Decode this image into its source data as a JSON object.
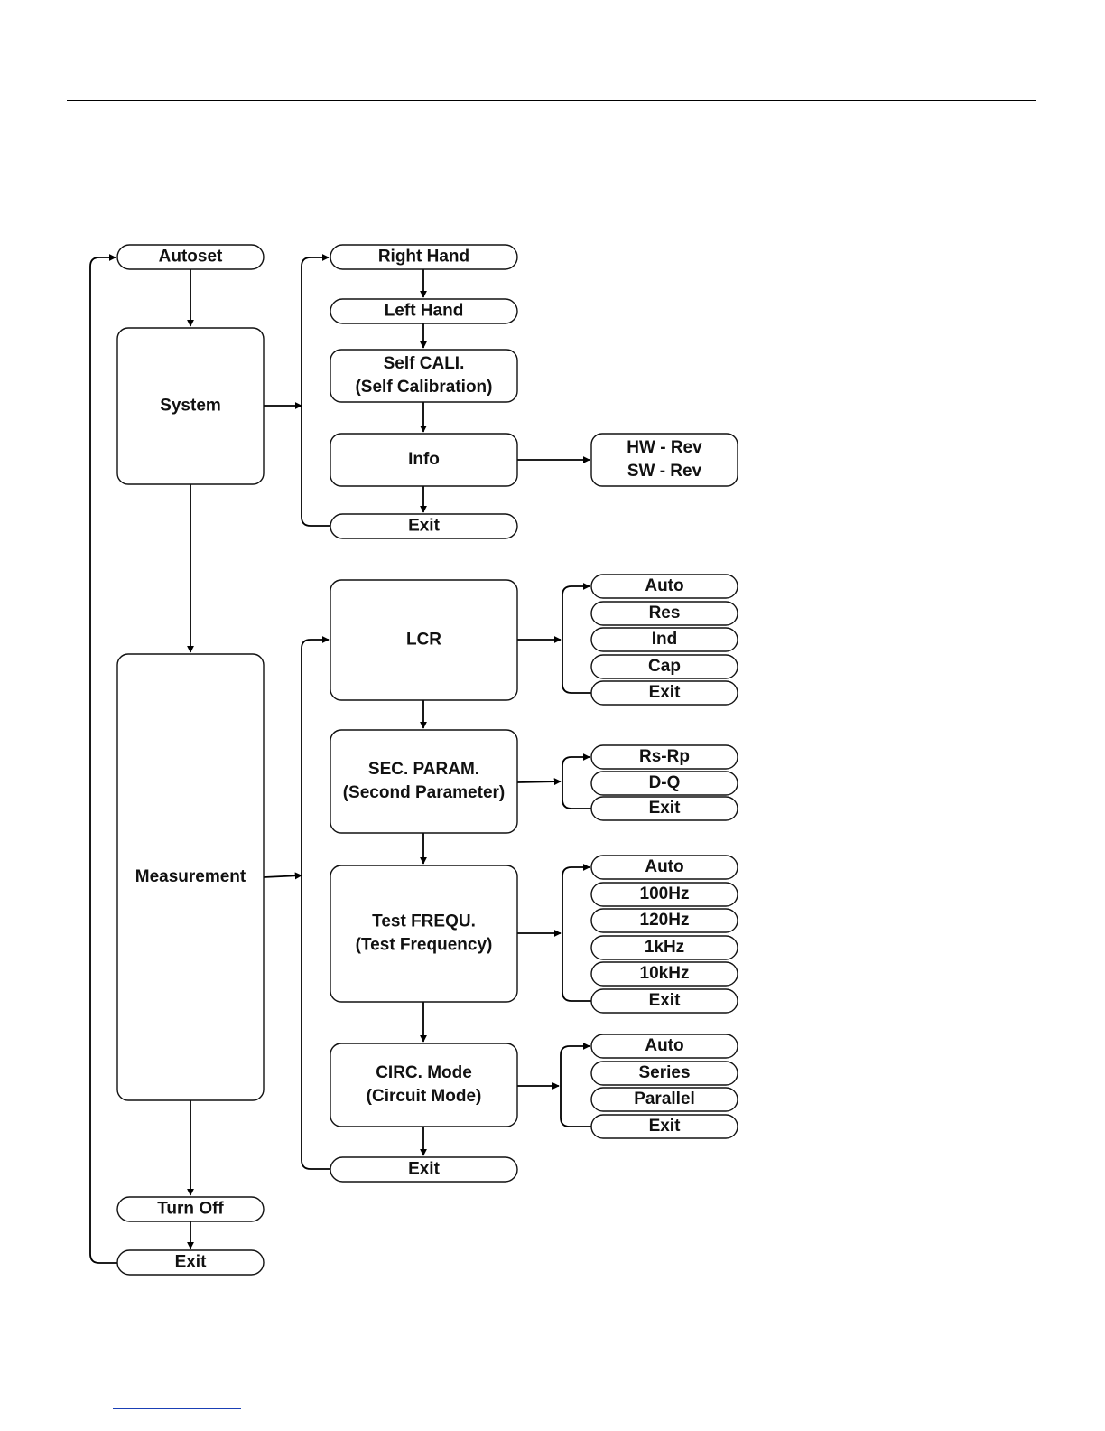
{
  "diagram": {
    "nodes": {
      "autoset": [
        "Autoset"
      ],
      "system": [
        "System"
      ],
      "measurement": [
        "Measurement"
      ],
      "turn_off": [
        "Turn Off"
      ],
      "main_exit": [
        "Exit"
      ],
      "right_hand": [
        "Right Hand"
      ],
      "left_hand": [
        "Left Hand"
      ],
      "self_cali": [
        "Self CALI.",
        "(Self Calibration)"
      ],
      "info": [
        "Info"
      ],
      "info_rev": [
        "HW - Rev",
        "SW - Rev"
      ],
      "system_exit": [
        "Exit"
      ],
      "lcr": [
        "LCR"
      ],
      "lcr_auto": [
        "Auto"
      ],
      "lcr_res": [
        "Res"
      ],
      "lcr_ind": [
        "Ind"
      ],
      "lcr_cap": [
        "Cap"
      ],
      "lcr_exit": [
        "Exit"
      ],
      "sec_param": [
        "SEC. PARAM.",
        "(Second Parameter)"
      ],
      "sec_rsrp": [
        "Rs-Rp"
      ],
      "sec_dq": [
        "D-Q"
      ],
      "sec_exit": [
        "Exit"
      ],
      "test_frequ": [
        "Test FREQU.",
        "(Test Frequency)"
      ],
      "freq_auto": [
        "Auto"
      ],
      "freq_100hz": [
        "100Hz"
      ],
      "freq_120hz": [
        "120Hz"
      ],
      "freq_1khz": [
        "1kHz"
      ],
      "freq_10khz": [
        "10kHz"
      ],
      "freq_exit": [
        "Exit"
      ],
      "circ_mode": [
        "CIRC. Mode",
        "(Circuit Mode)"
      ],
      "circ_auto": [
        "Auto"
      ],
      "circ_series": [
        "Series"
      ],
      "circ_parallel": [
        "Parallel"
      ],
      "circ_exit": [
        "Exit"
      ],
      "measure_exit": [
        "Exit"
      ]
    },
    "edges": [
      [
        "autoset",
        "system"
      ],
      [
        "system",
        "measurement"
      ],
      [
        "measurement",
        "turn_off"
      ],
      [
        "turn_off",
        "main_exit"
      ],
      [
        "main_exit",
        "autoset"
      ],
      [
        "system",
        "right_hand"
      ],
      [
        "right_hand",
        "left_hand"
      ],
      [
        "left_hand",
        "self_cali"
      ],
      [
        "self_cali",
        "info"
      ],
      [
        "info",
        "system_exit"
      ],
      [
        "info",
        "info_rev"
      ],
      [
        "system_exit",
        "right_hand"
      ],
      [
        "measurement",
        "lcr"
      ],
      [
        "lcr",
        "sec_param"
      ],
      [
        "sec_param",
        "test_frequ"
      ],
      [
        "test_frequ",
        "circ_mode"
      ],
      [
        "circ_mode",
        "measure_exit"
      ],
      [
        "measure_exit",
        "lcr"
      ],
      [
        "lcr",
        "lcr_auto"
      ],
      [
        "lcr_exit",
        "lcr_auto"
      ],
      [
        "sec_param",
        "sec_rsrp"
      ],
      [
        "sec_exit",
        "sec_rsrp"
      ],
      [
        "test_frequ",
        "freq_auto"
      ],
      [
        "freq_exit",
        "freq_auto"
      ],
      [
        "circ_mode",
        "circ_auto"
      ],
      [
        "circ_exit",
        "circ_auto"
      ]
    ]
  }
}
